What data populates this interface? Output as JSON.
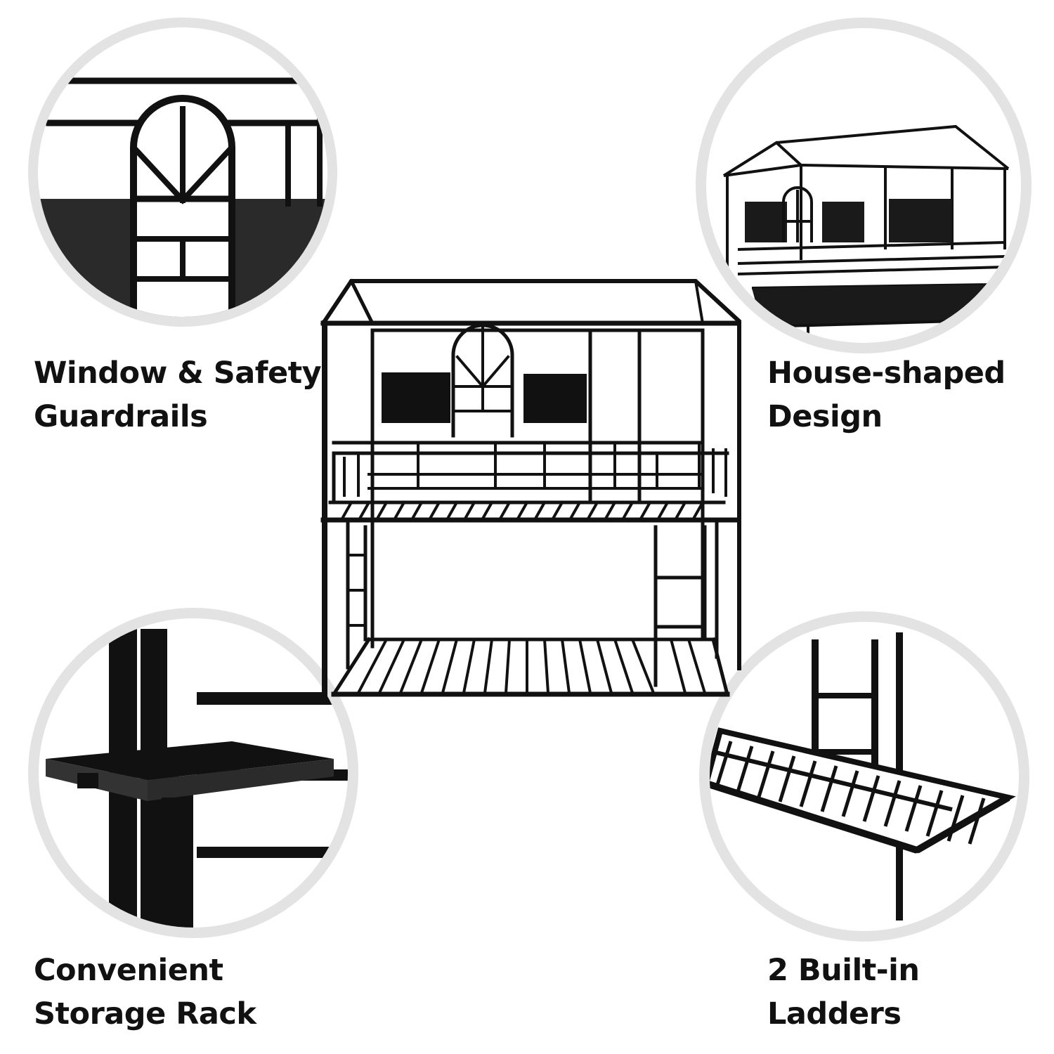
{
  "features": [
    {
      "id": "window",
      "line1": "Window & Safety",
      "line2": "Guardrails",
      "icon": "window-guardrail-closeup-image"
    },
    {
      "id": "house",
      "line1": "House-shaped",
      "line2": "Design",
      "icon": "house-frame-closeup-image"
    },
    {
      "id": "storage",
      "line1": "Convenient",
      "line2": "Storage Rack",
      "icon": "storage-rack-closeup-image"
    },
    {
      "id": "ladders",
      "line1": "2 Built-in",
      "line2": "Ladders",
      "icon": "ladder-closeup-image"
    }
  ],
  "product": {
    "icon": "house-bunk-bed-image"
  },
  "colors": {
    "frame": "#111111",
    "badge_ring": "#e3e3e3",
    "background": "#ffffff"
  }
}
